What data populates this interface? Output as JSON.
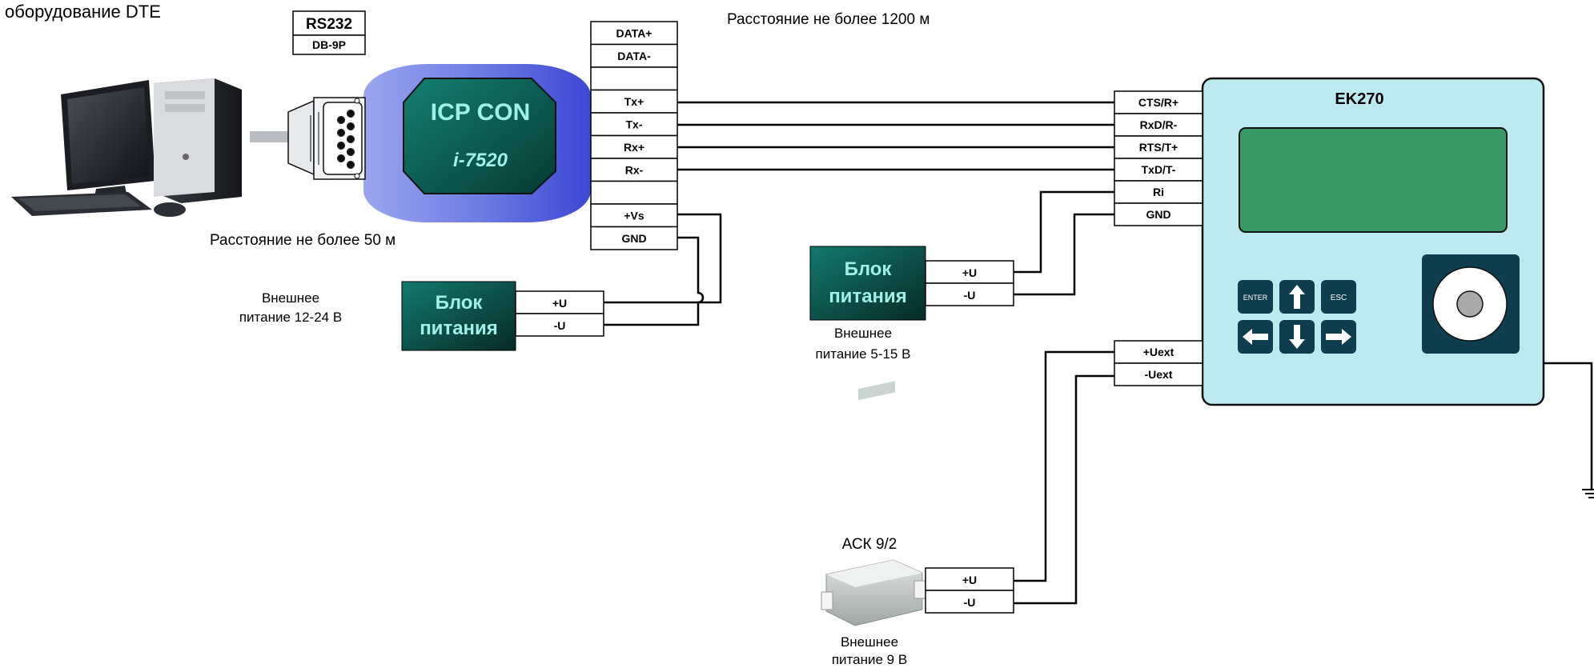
{
  "caption": {
    "dte": "оборудование DTE",
    "range_1200": "Расстояние не более 1200 м",
    "range_50": "Расстояние не более 50 м"
  },
  "rs232": {
    "title": "RS232",
    "connector": "DB-9P"
  },
  "converter": {
    "name": "ICP CON",
    "model": "i-7520"
  },
  "converter_terminals": [
    "DATA+",
    "DATA-",
    "",
    "Tx+",
    "Tx-",
    "Rx+",
    "Rx-",
    "",
    "+Vs",
    "GND"
  ],
  "psu1": {
    "title_line1": "Блок",
    "title_line2": "питания",
    "terminals": [
      "+U",
      "-U"
    ],
    "note_line1": "Внешнее",
    "note_line2": "питание 12-24 В"
  },
  "psu2": {
    "title_line1": "Блок",
    "title_line2": "питания",
    "terminals": [
      "+U",
      "-U"
    ],
    "note_line1": "Внешнее",
    "note_line2": "питание 5-15 В"
  },
  "ek270": {
    "name": "EK270",
    "terminals": [
      "CTS/R+",
      "RxD/R-",
      "RTS/T+",
      "TxD/T-",
      "Ri",
      "GND"
    ],
    "ext_terminals": [
      "+Uext",
      "-Uext"
    ],
    "keys": {
      "enter": "ENTER",
      "esc": "ESC"
    }
  },
  "ack": {
    "title": "АСК 9/2",
    "terminals": [
      "+U",
      "-U"
    ],
    "note_line1": "Внешнее",
    "note_line2": "питание 9 В"
  },
  "colors": {
    "converter_body": "#7b86e6",
    "converter_chip": "#0f6d5e",
    "chip_text": "#9ff0e6",
    "psu_fill": "#0f6b60",
    "ek270_body": "#bdeaf0",
    "ek270_display": "#3a9a66",
    "ek270_keys": "#0e3d4e"
  }
}
